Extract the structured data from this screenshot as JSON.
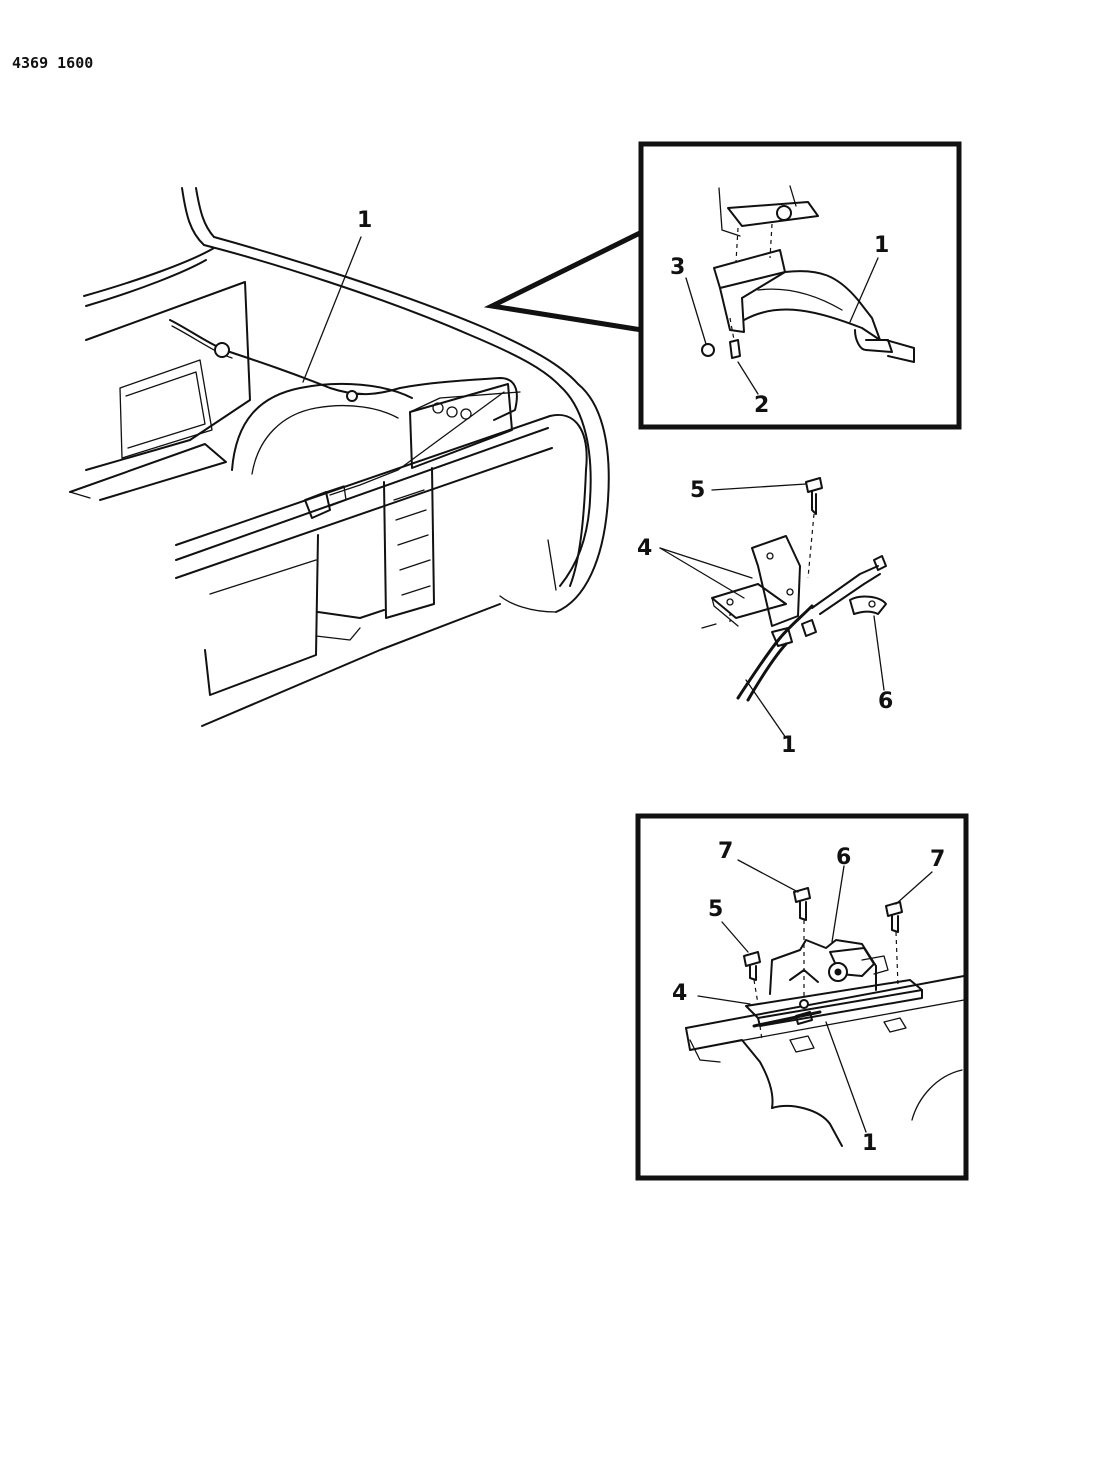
{
  "document_id": "4369 1600",
  "callouts": {
    "overview": {
      "cable": "1"
    },
    "inset_top": {
      "cable": "1",
      "bolt": "2",
      "washer": "3"
    },
    "bracket_view": {
      "screw": "5",
      "bracket": "4",
      "clip": "6",
      "cable": "1"
    },
    "inset_bottom": {
      "bolt_left": "7",
      "latch": "6",
      "bolt_right": "7",
      "screw": "5",
      "bracket": "4",
      "cable": "1"
    }
  }
}
